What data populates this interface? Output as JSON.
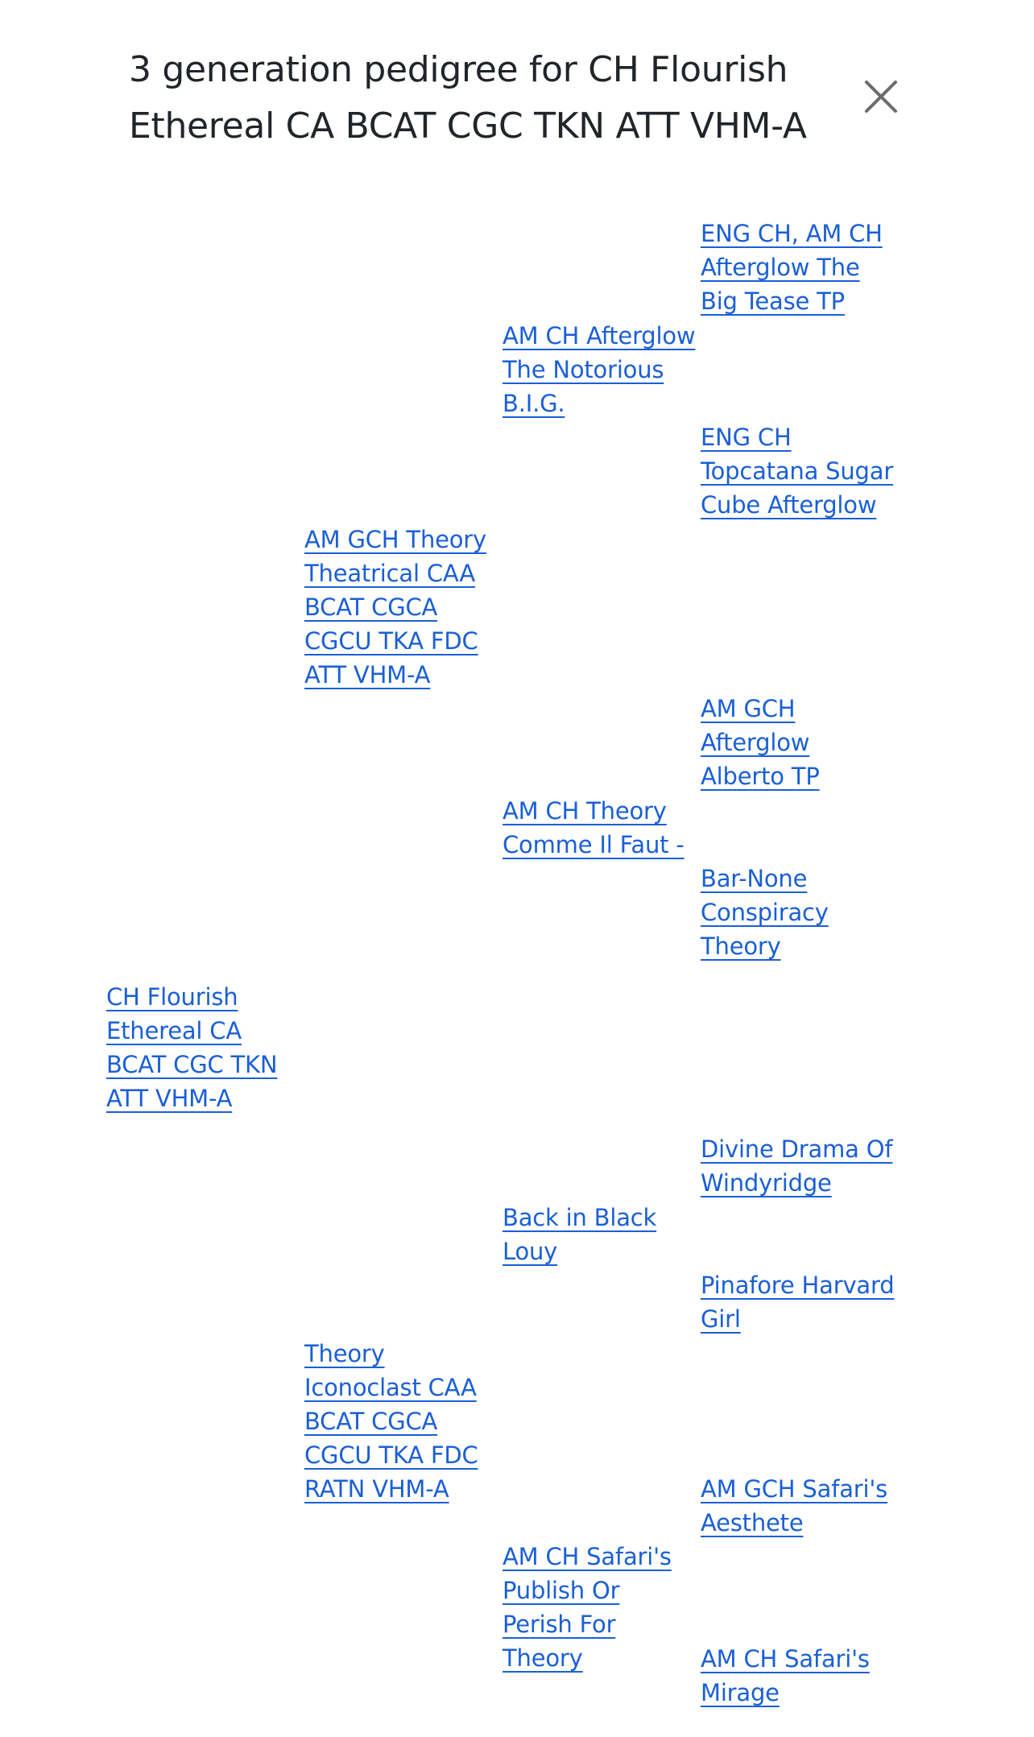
{
  "modal": {
    "title": "3 generation pedigree for CH Flourish Ethereal CA BCAT CGC TKN ATT VHM-A",
    "close_icon": "close-icon"
  },
  "pedigree": {
    "subject": "CH Flourish Ethereal CA BCAT CGC TKN ATT VHM-A",
    "sire": "AM GCH Theory Theatrical CAA BCAT CGCA CGCU TKA FDC ATT VHM-A",
    "sire_sire": "AM CH Afterglow The Notorious B.I.G.",
    "sire_sire_sire": "ENG CH, AM CH Afterglow The Big Tease TP",
    "sire_sire_dam": "ENG CH Topcatana Sugar Cube Afterglow",
    "sire_dam": "AM CH Theory Comme Il Faut -",
    "sire_dam_sire": "AM GCH Afterglow Alberto TP",
    "sire_dam_dam": "Bar-None Conspiracy Theory",
    "dam": "Theory Iconoclast CAA BCAT CGCA CGCU TKA FDC RATN VHM-A",
    "dam_sire": "Back in Black Louy",
    "dam_sire_sire": "Divine Drama Of Windyridge",
    "dam_sire_dam": "Pinafore Harvard Girl",
    "dam_dam": "AM CH Safari's Publish Or Perish For Theory",
    "dam_dam_sire": "AM GCH Safari's Aesthete",
    "dam_dam_dam": "AM CH Safari's Mirage"
  }
}
